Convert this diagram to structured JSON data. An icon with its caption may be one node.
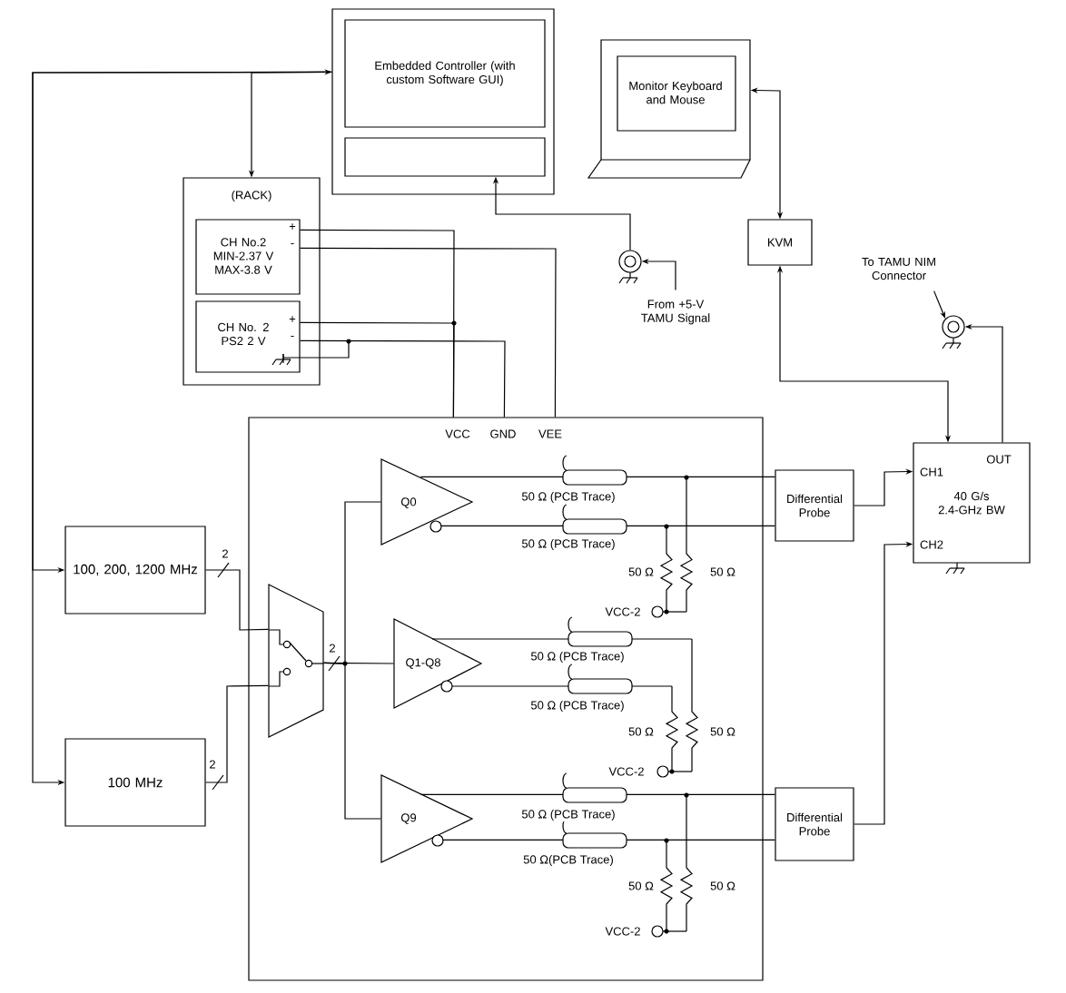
{
  "diagram": {
    "nodes": [
      {
        "text": [],
        "shape": "box"
      },
      {
        "text": [
          "Embedded Controller (with custom Software GUI)"
        ],
        "in": 0
      },
      {
        "text": [],
        "shape": "box",
        "in": 0
      },
      {
        "text": [
          "Monitor Keyboard and Mouse"
        ]
      },
      {
        "text": [
          "KVM"
        ]
      },
      {
        "text": [
          "(RACK)"
        ]
      },
      {
        "text": [
          "CH No.2 MIN-2.37 V MAX-3.8 V"
        ],
        "in": 5
      },
      {
        "text": [
          "CH No. 2 PS2 2 V"
        ],
        "in": 5
      },
      {
        "text": [],
        "shape": "circle"
      },
      {
        "text": [
          "From +5-V TAMU Signal"
        ]
      },
      {
        "text": [
          "To TAMU NIM Connector"
        ]
      },
      {
        "text": [],
        "shape": "circle"
      },
      {
        "text": [],
        "shape": "box"
      },
      {
        "text": [
          "100, 200, 1200 MHz"
        ]
      },
      {
        "text": [
          "100 MHz"
        ]
      },
      {
        "text": [],
        "shape": "trapezoid",
        "in": 12
      },
      {
        "text": [
          "Q0"
        ],
        "in": 12
      },
      {
        "text": [
          "Q1-Q8"
        ],
        "in": 12
      },
      {
        "text": [
          "Q9"
        ],
        "in": 12
      },
      {
        "text": [
          "Differential Probe"
        ]
      },
      {
        "text": [
          "Differential Probe"
        ]
      },
      {
        "text": [
          "CH1",
          "OUT",
          "40 G/s 2.4-GHz BW",
          "CH2"
        ]
      }
    ],
    "edges": [
      {
        "from": 0,
        "to": 13,
        "arrow": "both"
      },
      {
        "from": 0,
        "to": 14,
        "arrow": "to"
      },
      {
        "from": 0,
        "to": 5,
        "arrow": "to"
      },
      {
        "from": 8,
        "to": 2,
        "arrow": "to"
      },
      {
        "from": 9,
        "to": 8,
        "arrow": "to"
      },
      {
        "from": 3,
        "to": 4,
        "arrow": "both"
      },
      {
        "from": 4,
        "to": 21,
        "arrow": "both"
      },
      {
        "from": 21,
        "to": 11,
        "arrow": "to"
      },
      {
        "from": 10,
        "to": 11,
        "arrow": "to"
      },
      {
        "from": 6,
        "to": 12,
        "arrow": "none"
      },
      {
        "from": 6,
        "to": 12,
        "arrow": "none"
      },
      {
        "from": 7,
        "to": 12,
        "arrow": "none"
      },
      {
        "from": 7,
        "to": 12,
        "arrow": "none"
      },
      {
        "from": 13,
        "to": 15,
        "arrow": "none",
        "label": "2"
      },
      {
        "from": 14,
        "to": 15,
        "arrow": "none",
        "label": "2"
      },
      {
        "from": 15,
        "to": 16,
        "arrow": "none"
      },
      {
        "from": 15,
        "to": 17,
        "arrow": "none",
        "label": "2"
      },
      {
        "from": 15,
        "to": 18,
        "arrow": "none"
      },
      {
        "from": 16,
        "to": 19,
        "arrow": "none",
        "label": "50 Ω (PCB Trace)"
      },
      {
        "from": 16,
        "to": 19,
        "arrow": "none",
        "label": "50 Ω (PCB Trace)"
      },
      {
        "from": 18,
        "to": 20,
        "arrow": "none",
        "label": "50 Ω (PCB Trace)"
      },
      {
        "from": 18,
        "to": 20,
        "arrow": "none",
        "label": "50 Ω(PCB Trace)"
      },
      {
        "from": 19,
        "to": 21,
        "arrow": "to"
      },
      {
        "from": 20,
        "to": 21,
        "arrow": "to"
      }
    ],
    "labels": [
      "+",
      "-",
      "+",
      "-",
      "VCC",
      "GND",
      "VEE",
      "50 Ω",
      "50 Ω",
      "VCC-2",
      "50 Ω (PCB Trace)",
      "50 Ω (PCB Trace)",
      "50 Ω",
      "50 Ω",
      "VCC-2",
      "50 Ω",
      "50 Ω",
      "VCC-2"
    ]
  }
}
